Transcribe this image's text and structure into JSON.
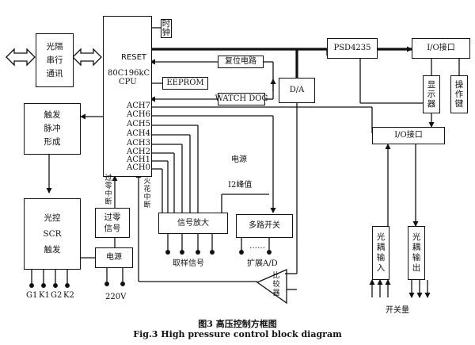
{
  "blocks": {
    "serial": "光隔\n串行\n通讯",
    "clock": "时\n钟",
    "reset": "RESET",
    "cpu_model": "80C196kC",
    "cpu": "CPU",
    "eeprom": "EEPROM",
    "reset_circuit": "复位电路",
    "watchdog": "WATCH DOG",
    "psd": "PSD4235",
    "io_top": "I/O接口",
    "display": "显\n示\n器",
    "keyboard": "操\n作\n键",
    "da": "D/A",
    "io_mid": "I/O接口",
    "trigger_pulse": "触发\n脉冲\n形成",
    "scr": "光控\nSCR\n触发",
    "zero_cross": "过零\n信号",
    "power_box": "电源",
    "amplifier": "信号放大",
    "multiplexer": "多路开关",
    "comparator": "比较器",
    "opto_in": "光\n耦\n输\n入",
    "opto_out": "光\n耦\n输\n出"
  },
  "ach_labels": [
    "ACH7",
    "ACH6",
    "ACH5",
    "ACH4",
    "ACH3",
    "ACH2",
    "ACH1",
    "ACH0"
  ],
  "labels": {
    "zero_interrupt": "过零中断",
    "spark_interrupt": "火花中断",
    "power_label": "电源",
    "i2_peak": "I2峰值",
    "sampling": "取样信号",
    "dots": "……",
    "expand_ad": "扩展A/D",
    "v220": "220V",
    "switch_qty": "开关量"
  },
  "terminals": [
    "G1",
    "K1",
    "G2",
    "K2"
  ],
  "captions": {
    "zh": "图3   高压控制方框图",
    "en": "Fig.3    High pressure control block diagram"
  }
}
